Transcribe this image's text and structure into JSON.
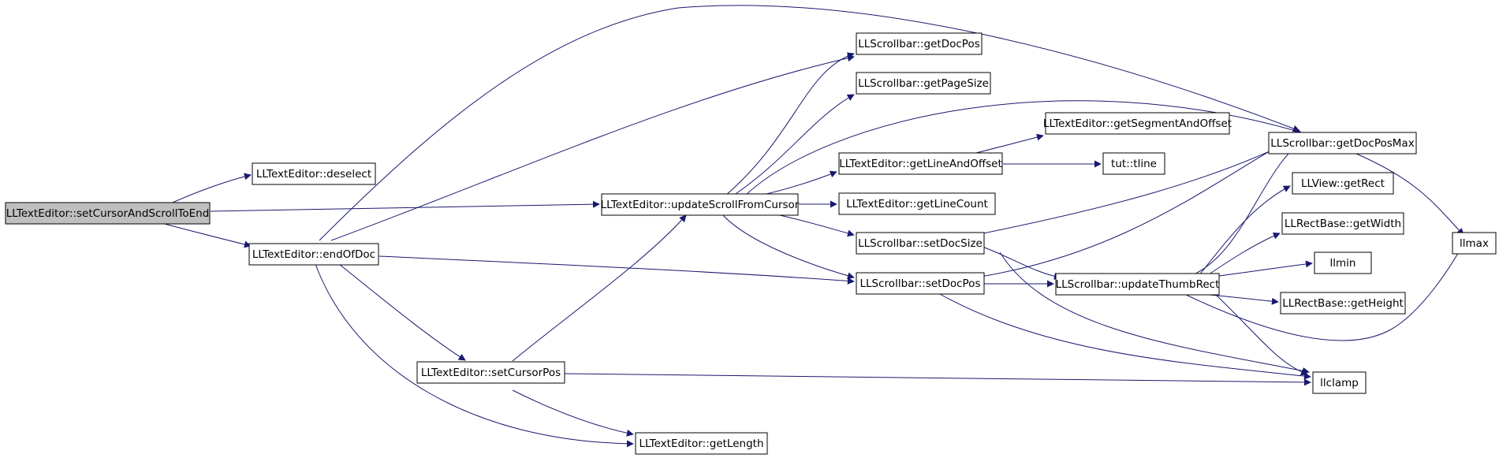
{
  "nodes": {
    "setCursorAndScrollToEnd": "LLTextEditor::setCursorAndScrollToEnd",
    "deselect": "LLTextEditor::deselect",
    "endOfDoc": "LLTextEditor::endOfDoc",
    "updateScrollFromCursor": "LLTextEditor::updateScrollFromCursor",
    "setCursorPos": "LLTextEditor::setCursorPos",
    "getLength": "LLTextEditor::getLength",
    "getDocPos": "LLScrollbar::getDocPos",
    "getPageSize": "LLScrollbar::getPageSize",
    "getLineAndOffset": "LLTextEditor::getLineAndOffset",
    "getLineCount": "LLTextEditor::getLineCount",
    "setDocSize": "LLScrollbar::setDocSize",
    "setDocPos": "LLScrollbar::setDocPos",
    "getSegmentAndOffset": "LLTextEditor::getSegmentAndOffset",
    "tline": "tut::tline",
    "updateThumbRect": "LLScrollbar::updateThumbRect",
    "getDocPosMax": "LLScrollbar::getDocPosMax",
    "getRect": "LLView::getRect",
    "getWidth": "LLRectBase::getWidth",
    "llmin": "llmin",
    "getHeight": "LLRectBase::getHeight",
    "llclamp": "llclamp",
    "llmax": "llmax"
  },
  "colors": {
    "edge": "#191970",
    "root_fill": "#bfbfbf",
    "node_fill": "#ffffff",
    "node_border": "#000000"
  }
}
